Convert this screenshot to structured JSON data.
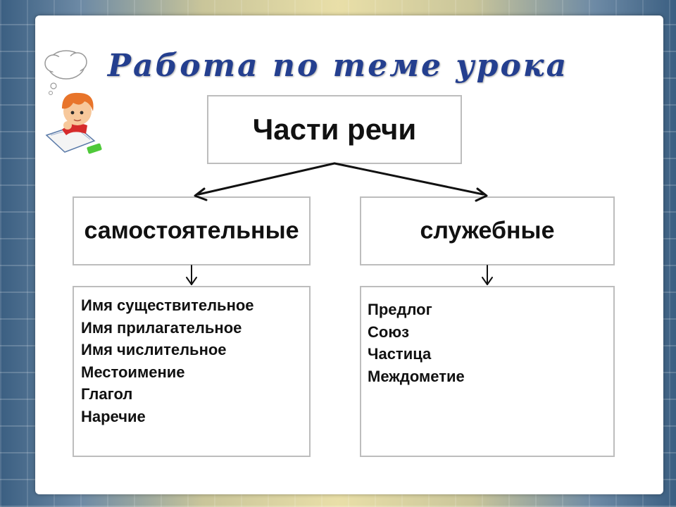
{
  "title": "Работа по теме урока",
  "root": {
    "label": "Части речи"
  },
  "categories": [
    {
      "label": "самостоятельные",
      "items": [
        "Имя существительное",
        "Имя прилагательное",
        "Имя числительное",
        "Местоимение",
        "Глагол",
        "Наречие"
      ]
    },
    {
      "label": "служебные",
      "items": [
        "Предлог",
        "Союз",
        "Частица",
        "Междометие"
      ]
    }
  ],
  "illustration": {
    "icon": "thinking-child-icon",
    "colors": {
      "hair": "#e8742a",
      "shirt": "#d62b2b",
      "eraser": "#4fc93a"
    }
  },
  "colors": {
    "title": "#243f8f",
    "box_border": "#bdbdbd",
    "arrow": "#111111"
  }
}
